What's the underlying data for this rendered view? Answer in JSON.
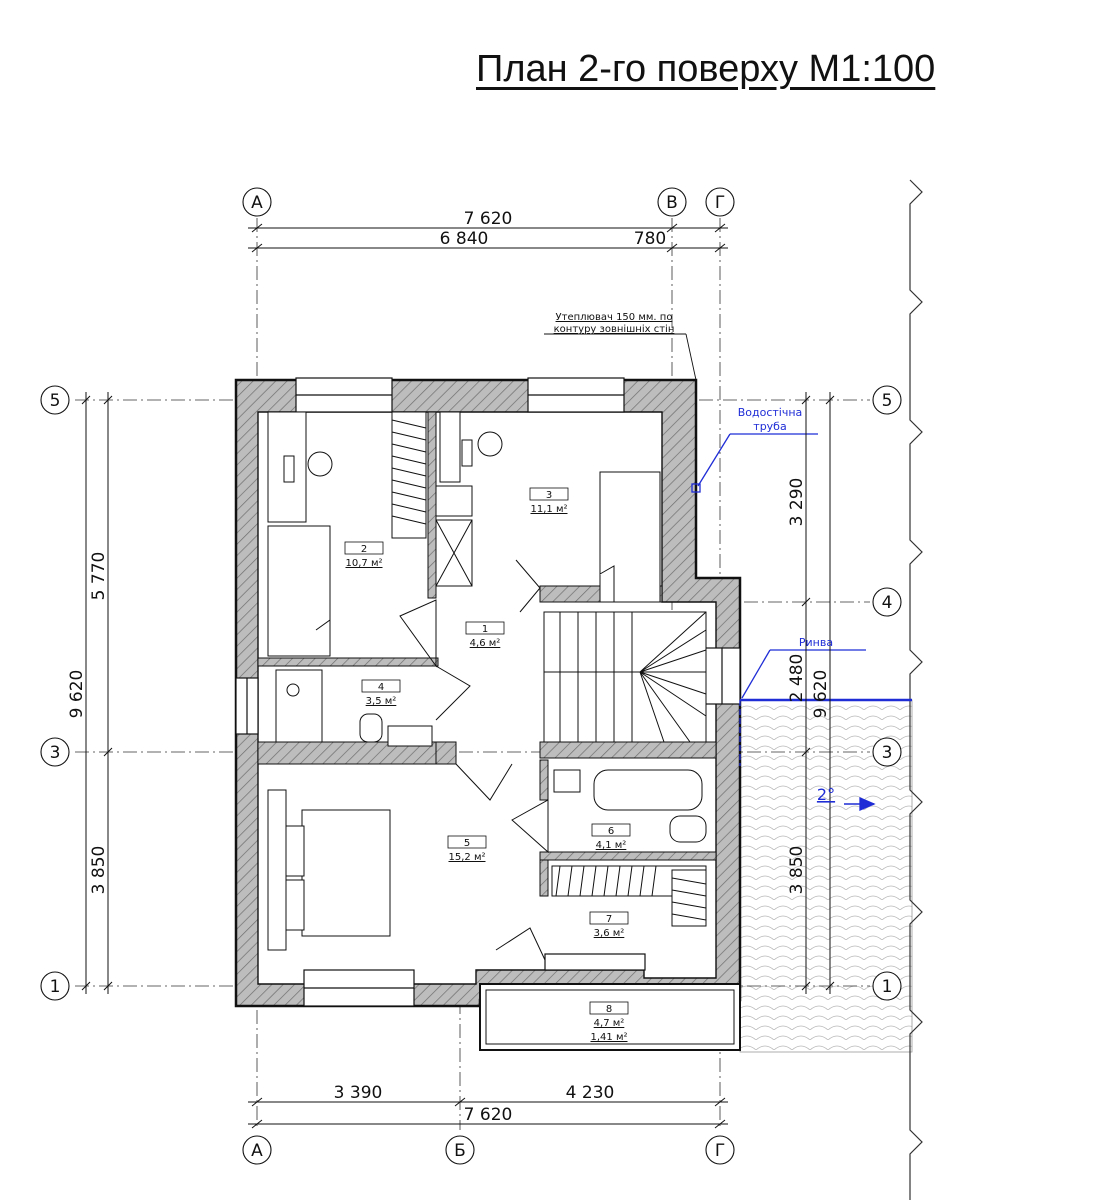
{
  "title": "План 2-го поверху М1:100",
  "axes": {
    "a": "А",
    "b": "Б",
    "v": "В",
    "g": "Г",
    "n1": "1",
    "n3": "3",
    "n4": "4",
    "n5": "5"
  },
  "dimensions": {
    "top_total": "7 620",
    "top_left": "6 840",
    "top_right": "780",
    "bottom_left": "3 390",
    "bottom_right": "4 230",
    "bottom_total": "7 620",
    "left_upper": "5 770",
    "left_total": "9 620",
    "left_lower": "3 850",
    "right_upper": "3 290",
    "right_mid": "2 480",
    "right_total": "9 620",
    "right_lower": "3 850"
  },
  "annotations": {
    "insulation_line1": "Утеплювач 150 мм. по",
    "insulation_line2": "контуру зовнішніх стін",
    "downpipe_line1": "Водостічна",
    "downpipe_line2": "труба",
    "gutter": "Ринва",
    "roof_slope": "2°"
  },
  "rooms": [
    {
      "number": "1",
      "area": "4,6 м²"
    },
    {
      "number": "2",
      "area": "10,7 м²"
    },
    {
      "number": "3",
      "area": "11,1 м²"
    },
    {
      "number": "4",
      "area": "3,5 м²"
    },
    {
      "number": "5",
      "area": "15,2 м²"
    },
    {
      "number": "6",
      "area": "4,1 м²"
    },
    {
      "number": "7",
      "area": "3,6 м²"
    },
    {
      "number": "8",
      "area": "4,7 м²",
      "area2": "1,41 м²"
    }
  ],
  "colors": {
    "wall_fill": "#bdbdbd",
    "line": "#111111",
    "annotation_blue": "#1f2dd6"
  }
}
